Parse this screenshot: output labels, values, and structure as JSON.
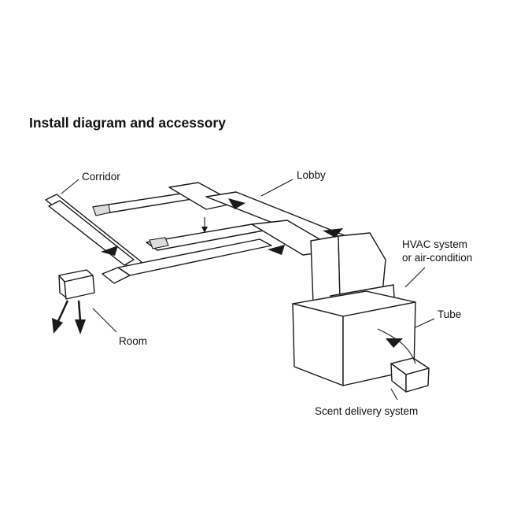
{
  "title": "Install diagram and accessory",
  "labels": {
    "corridor": "Corridor",
    "lobby": "Lobby",
    "hvac_line1": "HVAC system",
    "hvac_line2": "or air-condition",
    "tube": "Tube",
    "room": "Room",
    "scent": "Scent delivery system"
  },
  "colors": {
    "line": "#1a1a1a",
    "background": "#ffffff"
  }
}
